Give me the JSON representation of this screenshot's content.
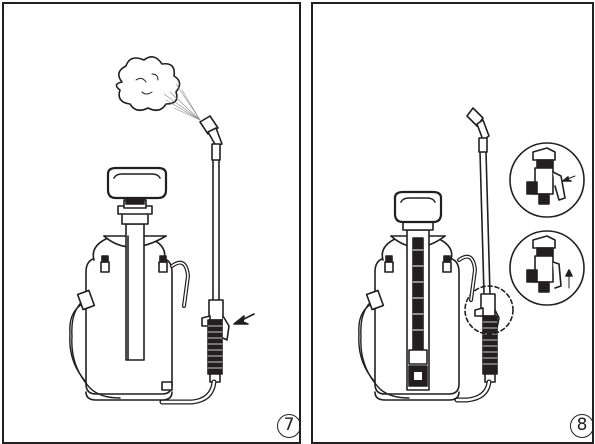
{
  "panels": [
    {
      "id": "step-7",
      "step_label": "7",
      "caption": ""
    },
    {
      "id": "step-8",
      "step_label": "8",
      "caption": ""
    }
  ],
  "colors": {
    "line": "#231f20",
    "background": "#ffffff",
    "spray": "#8a8a8a"
  },
  "icons": [
    "spray-cloud-icon",
    "press-arrow-icon",
    "lock-arrow-icon",
    "unlock-arrow-icon",
    "zoom-callout-icon"
  ]
}
